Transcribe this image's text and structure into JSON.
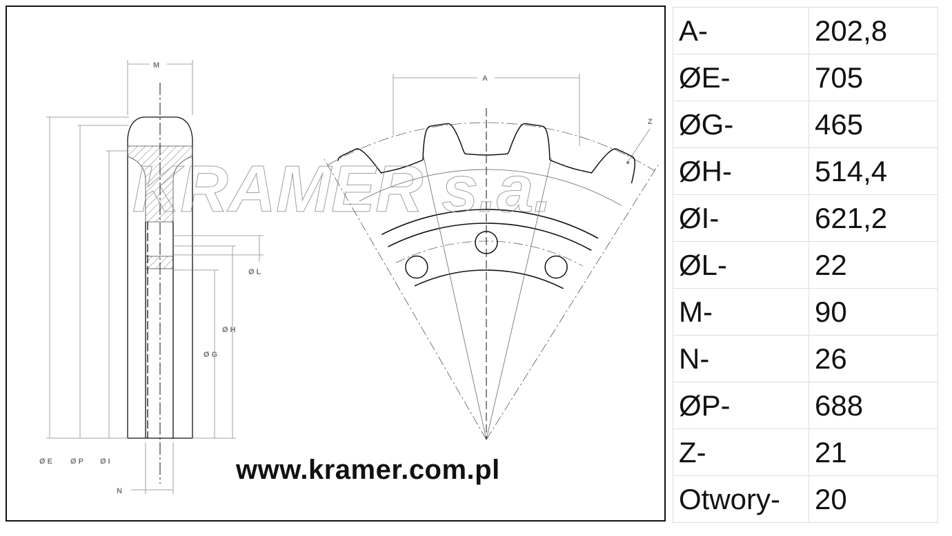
{
  "drawing": {
    "labels": {
      "M": "M",
      "N": "N",
      "E": "Ø E",
      "P": "Ø P",
      "I": "Ø I",
      "L": "Ø L",
      "H": "Ø H",
      "G": "Ø G",
      "A": "A",
      "Z": "Z"
    },
    "watermark": "KRAMER s.a.",
    "url": "www.kramer.com.pl"
  },
  "specs": [
    {
      "key": "A-",
      "value": "202,8"
    },
    {
      "key": "ØE-",
      "value": "705"
    },
    {
      "key": "ØG-",
      "value": "465"
    },
    {
      "key": "ØH-",
      "value": "514,4"
    },
    {
      "key": "ØI-",
      "value": "621,2"
    },
    {
      "key": "ØL-",
      "value": "22"
    },
    {
      "key": "M-",
      "value": "90"
    },
    {
      "key": "N-",
      "value": "26"
    },
    {
      "key": "ØP-",
      "value": "688"
    },
    {
      "key": "Z-",
      "value": "21"
    },
    {
      "key": "Otwory-",
      "value": "20"
    }
  ]
}
